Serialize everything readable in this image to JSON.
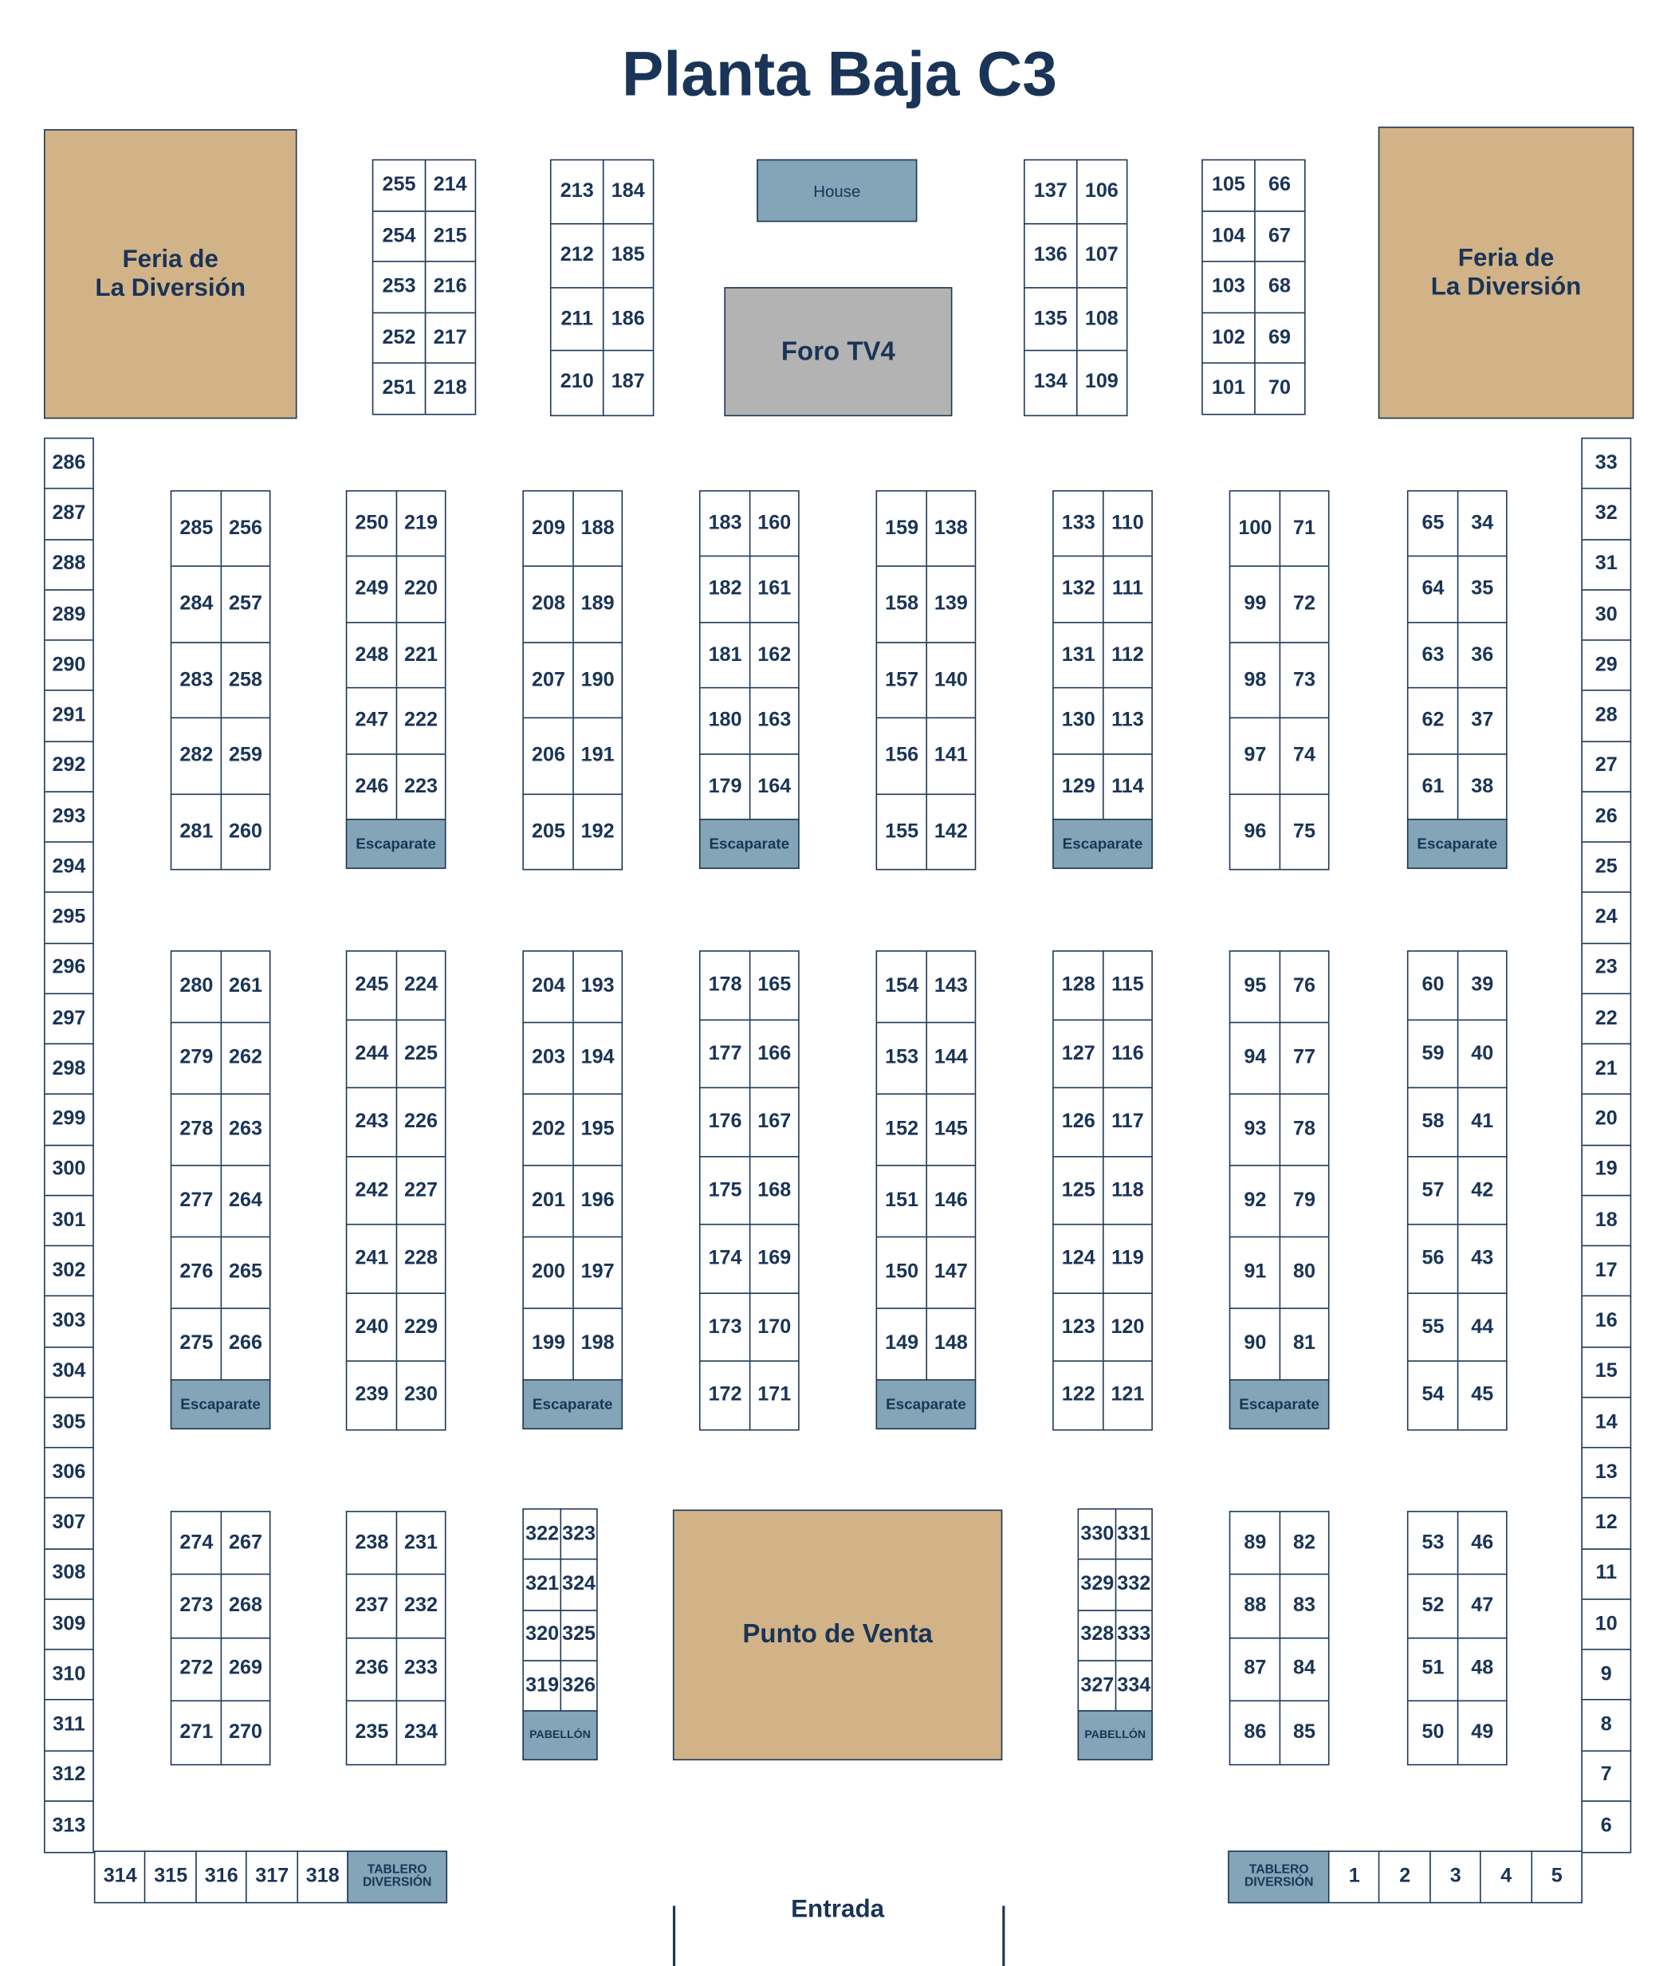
{
  "title": "Planta Baja C3",
  "entrance_label": "Entrada",
  "colors": {
    "navy": "#1a3457",
    "tan": "#d2b387",
    "slate": "#83a5b7",
    "gray": "#b3b3b3"
  },
  "areas": {
    "feria_left": "Feria de\nLa Diversión",
    "feria_right": "Feria de\nLa Diversión",
    "house": "House",
    "foro": "Foro TV4",
    "punto_venta": "Punto de Venta"
  },
  "blocks": {
    "T1": {
      "left": [
        "255",
        "254",
        "253",
        "252",
        "251"
      ],
      "right": [
        "214",
        "215",
        "216",
        "217",
        "218"
      ]
    },
    "T2": {
      "left": [
        "213",
        "212",
        "211",
        "210"
      ],
      "right": [
        "184",
        "185",
        "186",
        "187"
      ]
    },
    "T3": {
      "left": [
        "137",
        "136",
        "135",
        "134"
      ],
      "right": [
        "106",
        "107",
        "108",
        "109"
      ]
    },
    "T4": {
      "left": [
        "105",
        "104",
        "103",
        "102",
        "101"
      ],
      "right": [
        "66",
        "67",
        "68",
        "69",
        "70"
      ]
    },
    "A1": {
      "left": [
        "285",
        "284",
        "283",
        "282",
        "281"
      ],
      "right": [
        "256",
        "257",
        "258",
        "259",
        "260"
      ]
    },
    "B1": {
      "left": [
        "250",
        "249",
        "248",
        "247",
        "246"
      ],
      "right": [
        "219",
        "220",
        "221",
        "222",
        "223"
      ],
      "footer": "Escaparate"
    },
    "C1": {
      "left": [
        "209",
        "208",
        "207",
        "206",
        "205"
      ],
      "right": [
        "188",
        "189",
        "190",
        "191",
        "192"
      ]
    },
    "D1": {
      "left": [
        "183",
        "182",
        "181",
        "180",
        "179"
      ],
      "right": [
        "160",
        "161",
        "162",
        "163",
        "164"
      ],
      "footer": "Escaparate"
    },
    "E1": {
      "left": [
        "159",
        "158",
        "157",
        "156",
        "155"
      ],
      "right": [
        "138",
        "139",
        "140",
        "141",
        "142"
      ]
    },
    "F1": {
      "left": [
        "133",
        "132",
        "131",
        "130",
        "129"
      ],
      "right": [
        "110",
        "111",
        "112",
        "113",
        "114"
      ],
      "footer": "Escaparate"
    },
    "G1": {
      "left": [
        "100",
        "99",
        "98",
        "97",
        "96"
      ],
      "right": [
        "71",
        "72",
        "73",
        "74",
        "75"
      ]
    },
    "H1": {
      "left": [
        "65",
        "64",
        "63",
        "62",
        "61"
      ],
      "right": [
        "34",
        "35",
        "36",
        "37",
        "38"
      ],
      "footer": "Escaparate"
    },
    "A2": {
      "left": [
        "280",
        "279",
        "278",
        "277",
        "276",
        "275"
      ],
      "right": [
        "261",
        "262",
        "263",
        "264",
        "265",
        "266"
      ],
      "footer": "Escaparate"
    },
    "B2": {
      "left": [
        "245",
        "244",
        "243",
        "242",
        "241",
        "240",
        "239"
      ],
      "right": [
        "224",
        "225",
        "226",
        "227",
        "228",
        "229",
        "230"
      ]
    },
    "C2": {
      "left": [
        "204",
        "203",
        "202",
        "201",
        "200",
        "199"
      ],
      "right": [
        "193",
        "194",
        "195",
        "196",
        "197",
        "198"
      ],
      "footer": "Escaparate"
    },
    "D2": {
      "left": [
        "178",
        "177",
        "176",
        "175",
        "174",
        "173",
        "172"
      ],
      "right": [
        "165",
        "166",
        "167",
        "168",
        "169",
        "170",
        "171"
      ]
    },
    "E2": {
      "left": [
        "154",
        "153",
        "152",
        "151",
        "150",
        "149"
      ],
      "right": [
        "143",
        "144",
        "145",
        "146",
        "147",
        "148"
      ],
      "footer": "Escaparate"
    },
    "F2": {
      "left": [
        "128",
        "127",
        "126",
        "125",
        "124",
        "123",
        "122"
      ],
      "right": [
        "115",
        "116",
        "117",
        "118",
        "119",
        "120",
        "121"
      ]
    },
    "G2": {
      "left": [
        "95",
        "94",
        "93",
        "92",
        "91",
        "90"
      ],
      "right": [
        "76",
        "77",
        "78",
        "79",
        "80",
        "81"
      ],
      "footer": "Escaparate"
    },
    "H2": {
      "left": [
        "60",
        "59",
        "58",
        "57",
        "56",
        "55",
        "54"
      ],
      "right": [
        "39",
        "40",
        "41",
        "42",
        "43",
        "44",
        "45"
      ]
    },
    "A3": {
      "left": [
        "274",
        "273",
        "272",
        "271"
      ],
      "right": [
        "267",
        "268",
        "269",
        "270"
      ]
    },
    "B3": {
      "left": [
        "238",
        "237",
        "236",
        "235"
      ],
      "right": [
        "231",
        "232",
        "233",
        "234"
      ]
    },
    "P1": {
      "left": [
        "322",
        "321",
        "320",
        "319"
      ],
      "right": [
        "323",
        "324",
        "325",
        "326"
      ],
      "footer": "PABELLÓN"
    },
    "P2": {
      "left": [
        "330",
        "329",
        "328",
        "327"
      ],
      "right": [
        "331",
        "332",
        "333",
        "334"
      ],
      "footer": "PABELLÓN"
    },
    "G3": {
      "left": [
        "89",
        "88",
        "87",
        "86"
      ],
      "right": [
        "82",
        "83",
        "84",
        "85"
      ]
    },
    "H3": {
      "left": [
        "53",
        "52",
        "51",
        "50"
      ],
      "right": [
        "46",
        "47",
        "48",
        "49"
      ]
    }
  },
  "left_wall": [
    "286",
    "287",
    "288",
    "289",
    "290",
    "291",
    "292",
    "293",
    "294",
    "295",
    "296",
    "297",
    "298",
    "299",
    "300",
    "301",
    "302",
    "303",
    "304",
    "305",
    "306",
    "307",
    "308",
    "309",
    "310",
    "311",
    "312",
    "313"
  ],
  "right_wall": [
    "33",
    "32",
    "31",
    "30",
    "29",
    "28",
    "27",
    "26",
    "25",
    "24",
    "23",
    "22",
    "21",
    "20",
    "19",
    "18",
    "17",
    "16",
    "15",
    "14",
    "13",
    "12",
    "11",
    "10",
    "9",
    "8",
    "7",
    "6"
  ],
  "bottom_left": [
    "314",
    "315",
    "316",
    "317",
    "318"
  ],
  "bottom_right": [
    "1",
    "2",
    "3",
    "4",
    "5"
  ],
  "tablero_label": "TABLERO\nDIVERSIÓN"
}
